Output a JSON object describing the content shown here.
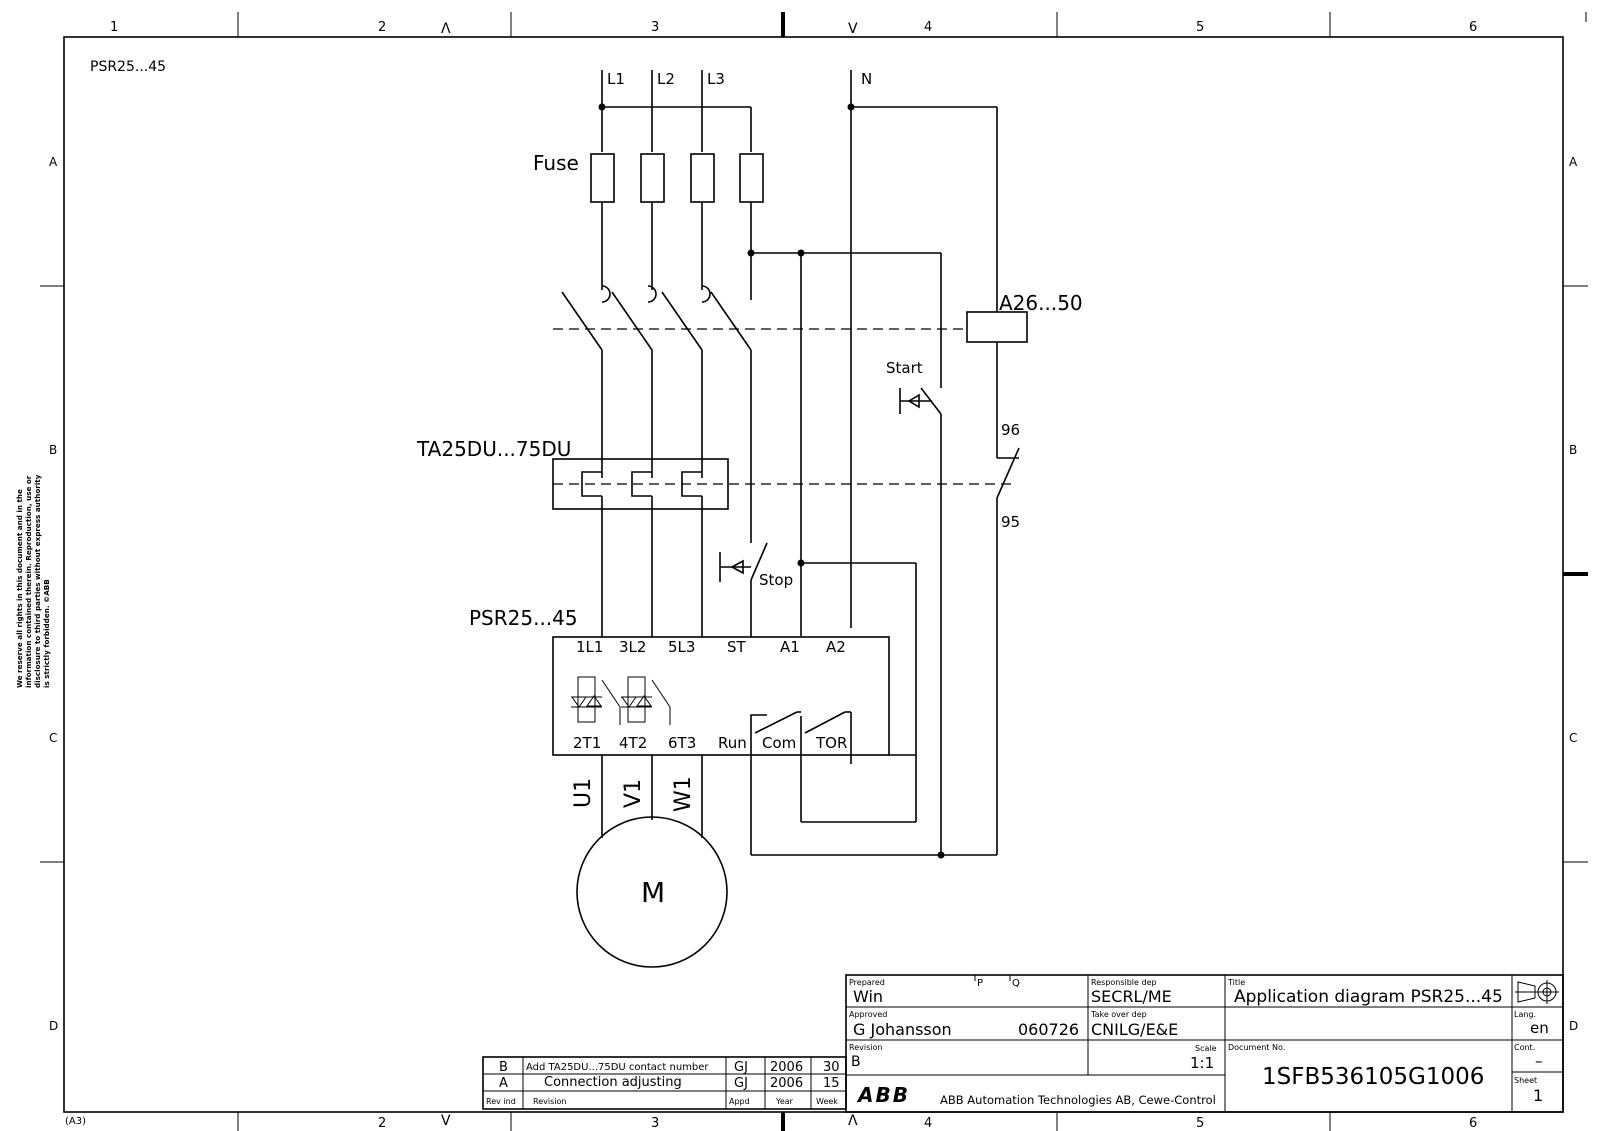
{
  "border": {
    "columns": [
      "1",
      "2",
      "3",
      "4",
      "5",
      "6"
    ],
    "rows": [
      "A",
      "B",
      "C",
      "D"
    ],
    "left_marks": [
      "Λ",
      "V"
    ],
    "right_marks": [
      "V",
      "Λ"
    ],
    "sheet_size": "(A3)"
  },
  "corner_label": "PSR25...45",
  "copyright_lines": [
    "We reserve all rights in this document and in the",
    "information contained therein. Reproduction, use or",
    "disclosure to third parties without express authority",
    "is strictly forbidden. ©ABB"
  ],
  "circuit": {
    "supply": [
      "L1",
      "L2",
      "L3",
      "N"
    ],
    "fuse_label": "Fuse",
    "contactor_label": "A26...50",
    "start_label": "Start",
    "stop_label": "Stop",
    "overload_label": "TA25DU...75DU",
    "aux_contact": [
      "96",
      "95"
    ],
    "softstarter_label": "PSR25...45",
    "terminals_top": [
      "1L1",
      "3L2",
      "5L3",
      "ST",
      "A1",
      "A2"
    ],
    "terminals_bottom": [
      "2T1",
      "4T2",
      "6T3",
      "Run",
      "Com",
      "TOR"
    ],
    "motor_leads": [
      "U1",
      "V1",
      "W1"
    ],
    "motor_label": "M"
  },
  "revision_table": {
    "rows": [
      {
        "rev": "B",
        "text": "Add TA25DU...75DU contact number",
        "appd": "GJ",
        "year": "2006",
        "week": "30"
      },
      {
        "rev": "A",
        "text": "Connection adjusting",
        "appd": "GJ",
        "year": "2006",
        "week": "15"
      }
    ],
    "headers": {
      "rev": "Rev ind",
      "text": "Revision",
      "appd": "Appd",
      "year": "Year",
      "week": "Week"
    }
  },
  "title_block": {
    "prepared_label": "Prepared",
    "prepared": "Win",
    "p_label": "P",
    "q_label": "Q",
    "approved_label": "Approved",
    "approved": "G  Johansson",
    "approved_date": "060726",
    "resp_label": "Responsible dep",
    "resp": "SECRL/ME",
    "takeover_label": "Take over dep",
    "takeover": "CNILG/E&E",
    "revision_label": "Revision",
    "revision": "B",
    "scale_label": "Scale",
    "scale": "1:1",
    "title_label": "Title",
    "title": "Application  diagram  PSR25...45",
    "lang_label": "Lang.",
    "lang": "en",
    "docno_label": "Document No.",
    "docno": "1SFB536105G1006",
    "cont_label": "Cont.",
    "cont": "–",
    "sheet_label": "Sheet",
    "sheet": "1",
    "company_logo": "ABB",
    "company": "ABB Automation Technologies AB, Cewe-Control"
  }
}
